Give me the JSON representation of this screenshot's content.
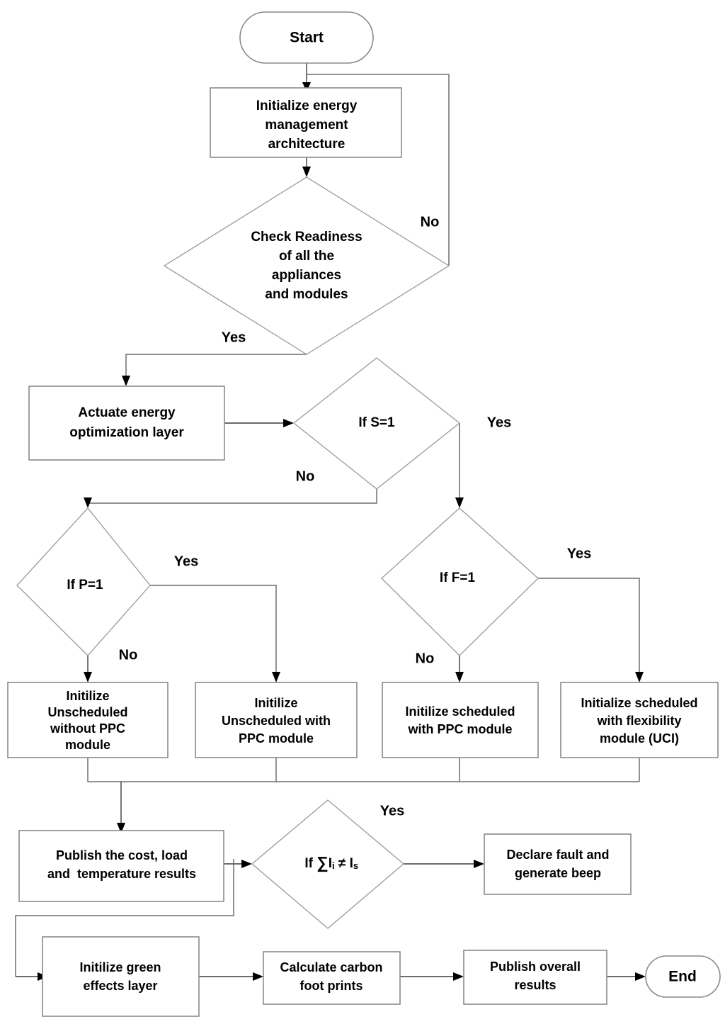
{
  "diagram": {
    "title": "Energy Management System Flowchart",
    "type": "flowchart",
    "colors": {
      "background": "#ffffff",
      "node_fill": "#ffffff",
      "node_stroke": "#8a8a8a",
      "connector": "#6f6f6f",
      "text": "#000000",
      "arrow_head": "#000000"
    },
    "nodes": {
      "start": {
        "label": "Start",
        "shape": "terminator"
      },
      "init_arch": {
        "line1": "Initialize energy",
        "line2": "management",
        "line3": "architecture",
        "shape": "process"
      },
      "check_readiness": {
        "line1": "Check Readiness",
        "line2": "of all the",
        "line3": "appliances",
        "line4": "and modules",
        "shape": "decision"
      },
      "actuate": {
        "line1": "Actuate energy",
        "line2": "optimization layer",
        "shape": "process"
      },
      "if_s": {
        "label": "If S=1",
        "shape": "decision"
      },
      "if_p": {
        "label": "If P=1",
        "shape": "decision"
      },
      "if_f": {
        "label": "If F=1",
        "shape": "decision"
      },
      "unsched_without_ppc": {
        "line1": "Initilize",
        "line2": "Unscheduled",
        "line3": "without PPC",
        "line4": "module",
        "shape": "process"
      },
      "unsched_with_ppc": {
        "line1": "Initilize",
        "line2": "Unscheduled with",
        "line3": "PPC module",
        "shape": "process"
      },
      "sched_with_ppc": {
        "line1": "Initilize scheduled",
        "line2": "with PPC module",
        "shape": "process"
      },
      "sched_with_flex": {
        "line1": "Initialize scheduled",
        "line2": "with flexibility",
        "line3": "module (UCI)",
        "shape": "process"
      },
      "publish_cost": {
        "line1": "Publish the cost, load",
        "line2": "and  temperature results",
        "shape": "process"
      },
      "if_sum": {
        "prefix": "If ",
        "sigma": "∑",
        "var1": "I",
        "var1_sub": "i",
        "operator": " ≠ ",
        "var2": "I",
        "var2_sub": "s",
        "label_plain": "If ∑Ii ≠ Is",
        "shape": "decision"
      },
      "declare_fault": {
        "line1": "Declare fault and",
        "line2": "generate beep",
        "shape": "process"
      },
      "green_effects": {
        "line1": "Initilize green",
        "line2": "effects layer",
        "shape": "process"
      },
      "carbon_foot": {
        "line1": "Calculate carbon",
        "line2": "foot prints",
        "shape": "process"
      },
      "publish_overall": {
        "line1": "Publish overall",
        "line2": "results",
        "shape": "process"
      },
      "end": {
        "label": "End",
        "shape": "terminator"
      }
    },
    "edge_labels": {
      "readiness_no": "No",
      "readiness_yes": "Yes",
      "s_yes": "Yes",
      "s_no": "No",
      "p_yes": "Yes",
      "p_no": "No",
      "f_yes": "Yes",
      "f_no": "No",
      "sum_yes": "Yes"
    }
  },
  "chart_data": {
    "type": "flowchart",
    "title": "Energy Management System Flowchart",
    "nodes": [
      {
        "id": "start",
        "text": "Start",
        "shape": "terminator"
      },
      {
        "id": "init_arch",
        "text": "Initialize energy management architecture",
        "shape": "process"
      },
      {
        "id": "check_readiness",
        "text": "Check Readiness of all the appliances and modules",
        "shape": "decision"
      },
      {
        "id": "actuate",
        "text": "Actuate energy optimization layer",
        "shape": "process"
      },
      {
        "id": "if_s",
        "text": "If S=1",
        "shape": "decision"
      },
      {
        "id": "if_p",
        "text": "If P=1",
        "shape": "decision"
      },
      {
        "id": "if_f",
        "text": "If F=1",
        "shape": "decision"
      },
      {
        "id": "unsched_without_ppc",
        "text": "Initilize Unscheduled without PPC module",
        "shape": "process"
      },
      {
        "id": "unsched_with_ppc",
        "text": "Initilize Unscheduled with PPC module",
        "shape": "process"
      },
      {
        "id": "sched_with_ppc",
        "text": "Initilize scheduled with PPC module",
        "shape": "process"
      },
      {
        "id": "sched_with_flex",
        "text": "Initialize scheduled with flexibility module (UCI)",
        "shape": "process"
      },
      {
        "id": "publish_cost",
        "text": "Publish the cost, load and  temperature results",
        "shape": "process"
      },
      {
        "id": "if_sum",
        "text": "If ∑Ii ≠ Is",
        "shape": "decision"
      },
      {
        "id": "declare_fault",
        "text": "Declare fault and generate beep",
        "shape": "process"
      },
      {
        "id": "green_effects",
        "text": "Initilize green effects layer",
        "shape": "process"
      },
      {
        "id": "carbon_foot",
        "text": "Calculate carbon foot prints",
        "shape": "process"
      },
      {
        "id": "publish_overall",
        "text": "Publish overall results",
        "shape": "process"
      },
      {
        "id": "end",
        "text": "End",
        "shape": "terminator"
      }
    ],
    "edges": [
      {
        "from": "start",
        "to": "init_arch",
        "label": ""
      },
      {
        "from": "init_arch",
        "to": "check_readiness",
        "label": ""
      },
      {
        "from": "check_readiness",
        "to": "init_arch",
        "label": "No"
      },
      {
        "from": "check_readiness",
        "to": "actuate",
        "label": "Yes"
      },
      {
        "from": "actuate",
        "to": "if_s",
        "label": ""
      },
      {
        "from": "if_s",
        "to": "if_p",
        "label": "No"
      },
      {
        "from": "if_s",
        "to": "if_f",
        "label": "Yes"
      },
      {
        "from": "if_p",
        "to": "unsched_without_ppc",
        "label": "No"
      },
      {
        "from": "if_p",
        "to": "unsched_with_ppc",
        "label": "Yes"
      },
      {
        "from": "if_f",
        "to": "sched_with_ppc",
        "label": "No"
      },
      {
        "from": "if_f",
        "to": "sched_with_flex",
        "label": "Yes"
      },
      {
        "from": "unsched_without_ppc",
        "to": "publish_cost",
        "label": ""
      },
      {
        "from": "unsched_with_ppc",
        "to": "publish_cost",
        "label": ""
      },
      {
        "from": "sched_with_ppc",
        "to": "publish_cost",
        "label": ""
      },
      {
        "from": "sched_with_flex",
        "to": "publish_cost",
        "label": ""
      },
      {
        "from": "publish_cost",
        "to": "if_sum",
        "label": ""
      },
      {
        "from": "if_sum",
        "to": "declare_fault",
        "label": "Yes"
      },
      {
        "from": "if_sum",
        "to": "green_effects",
        "label": ""
      },
      {
        "from": "green_effects",
        "to": "carbon_foot",
        "label": ""
      },
      {
        "from": "carbon_foot",
        "to": "publish_overall",
        "label": ""
      },
      {
        "from": "publish_overall",
        "to": "end",
        "label": ""
      }
    ]
  }
}
